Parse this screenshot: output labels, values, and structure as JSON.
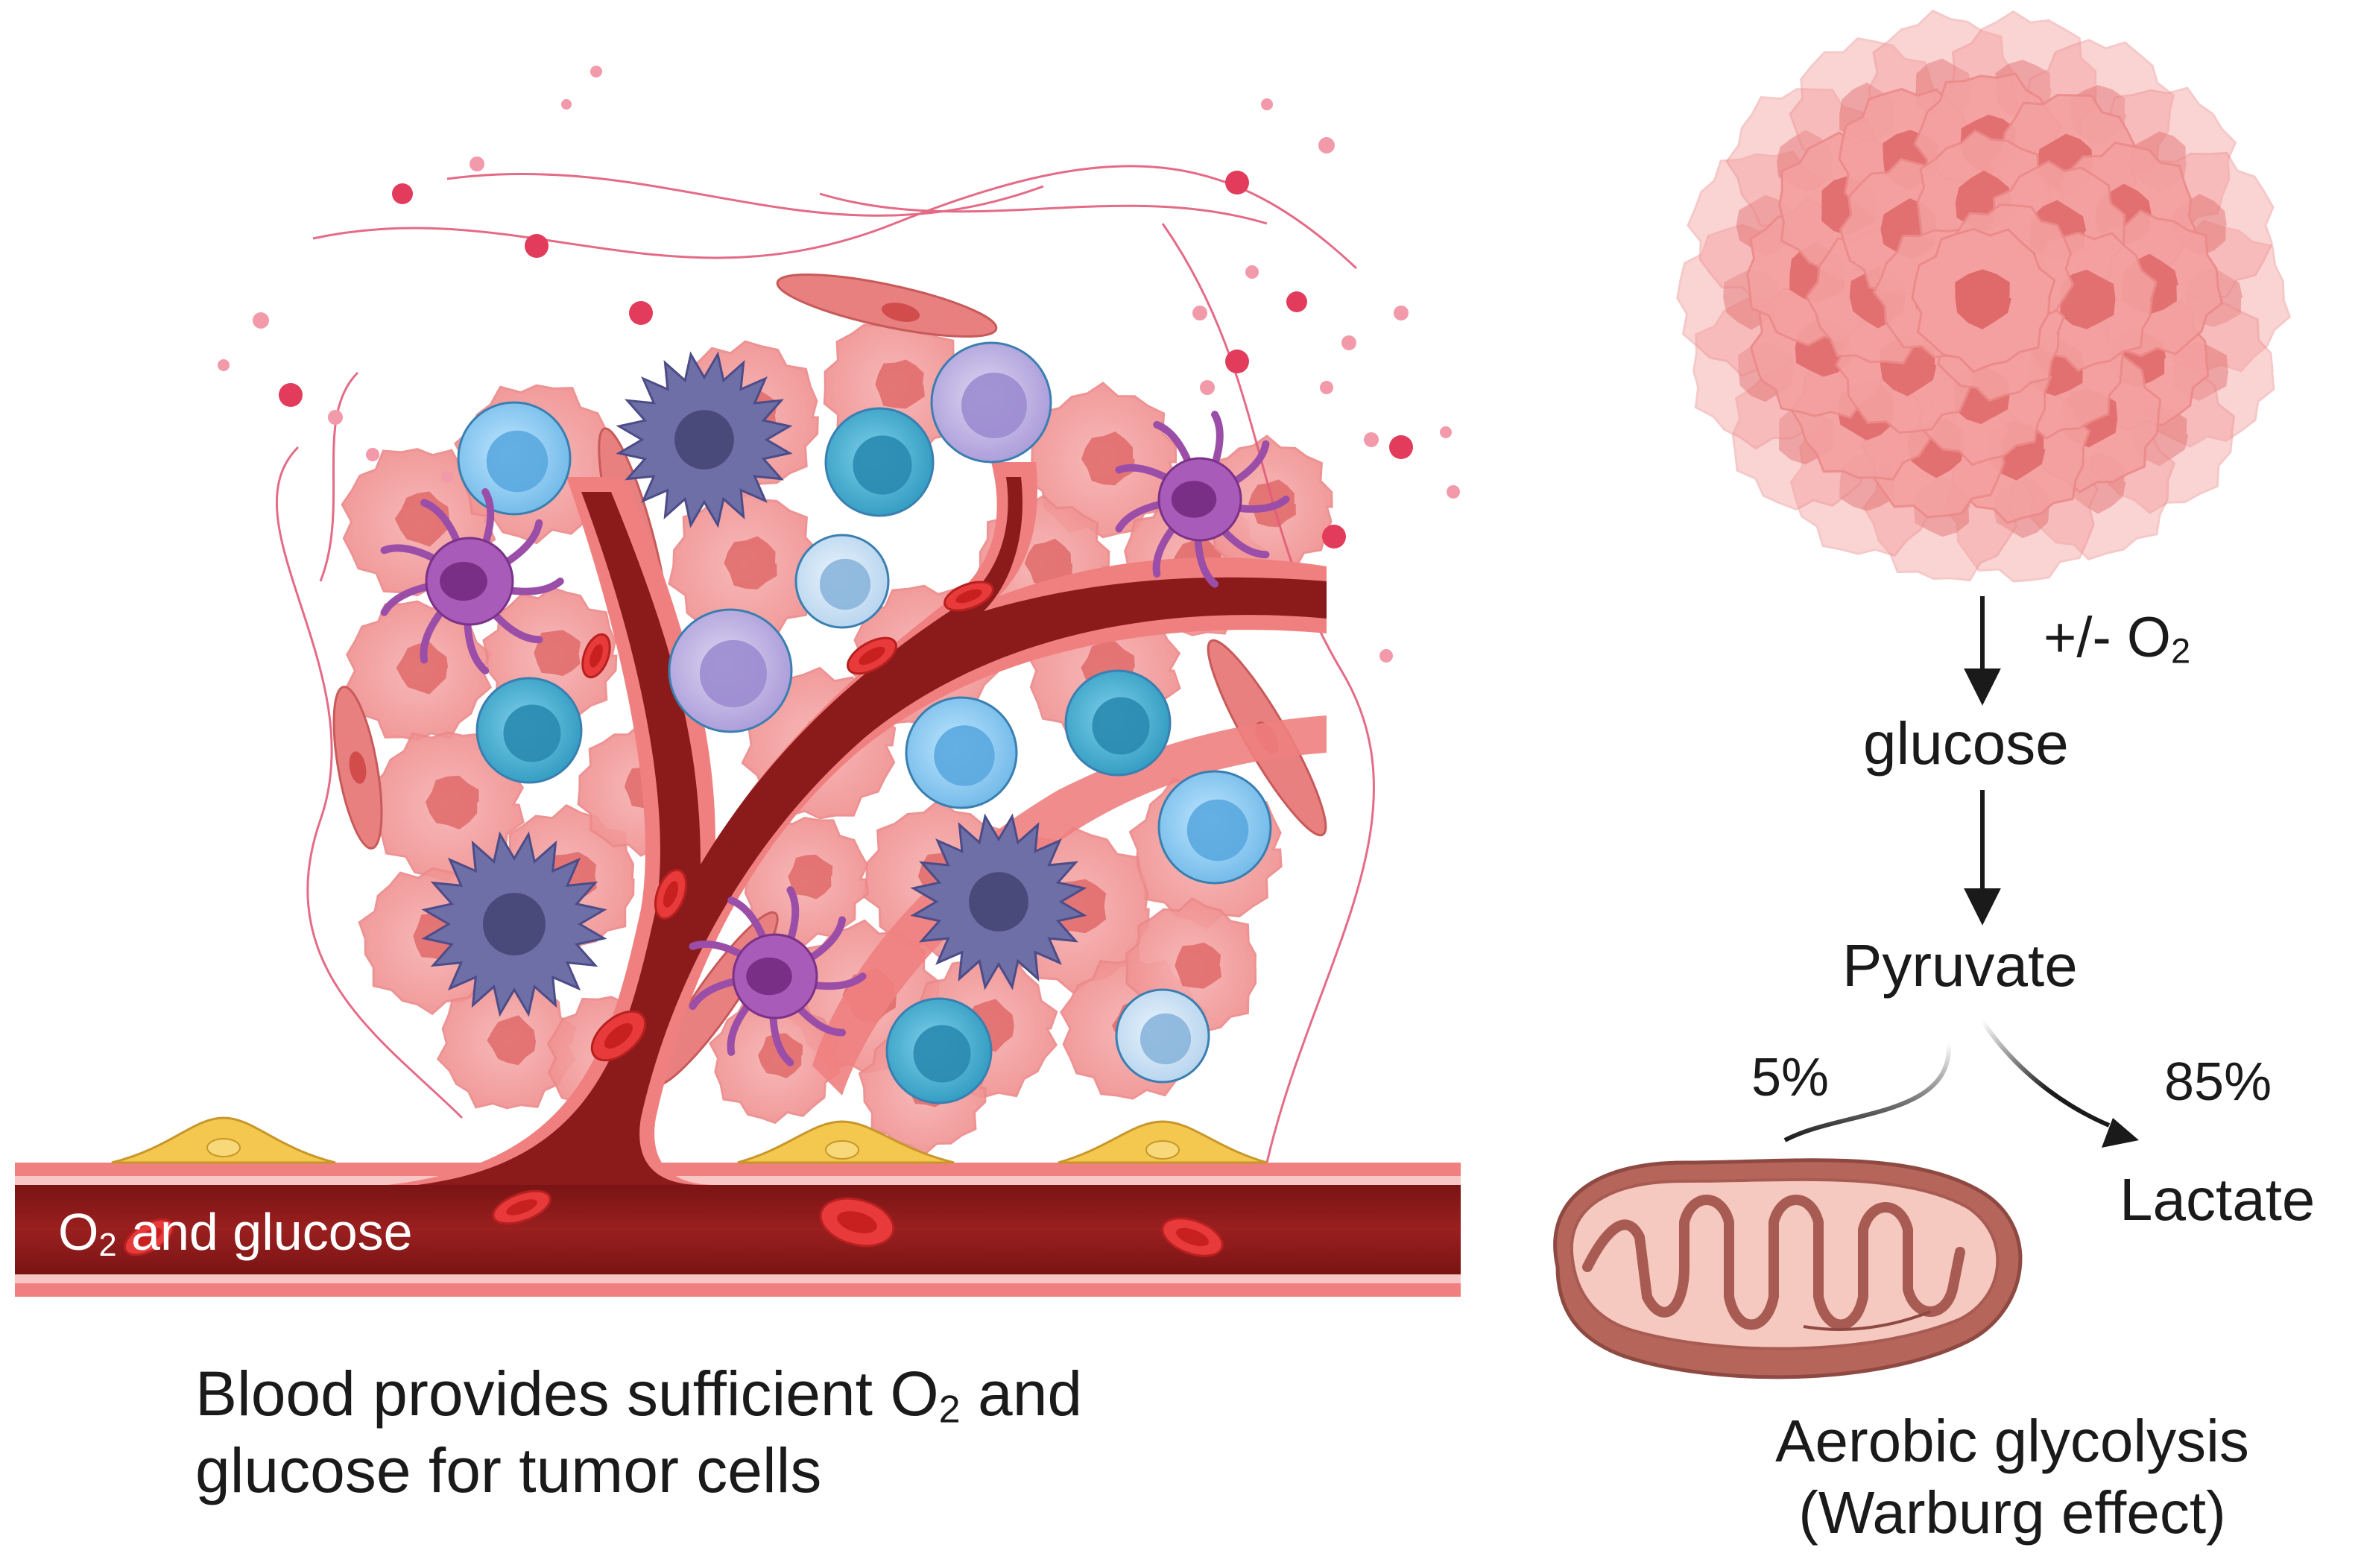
{
  "left_panel": {
    "vessel_label": {
      "prefix": "O",
      "sub": "2",
      "suffix": " and glucose"
    },
    "caption": {
      "line1_prefix": "Blood provides sufficient O",
      "line1_sub": "2",
      "line1_suffix": " and",
      "line2": "glucose for tumor cells"
    }
  },
  "right_panel": {
    "oxygen_condition": {
      "prefix": "+/- O",
      "sub": "2"
    },
    "glucose": "glucose",
    "pyruvate": "Pyruvate",
    "mito_percent": "5%",
    "lactate_percent": "85%",
    "lactate": "Lactate",
    "caption_line1": "Aerobic glycolysis",
    "caption_line2": "(Warburg effect)"
  },
  "colors": {
    "vessel_dark": "#8b1a1a",
    "vessel_wall": "#f08080",
    "tumor_cell": "#f4a0a0",
    "tumor_nucleus": "#e06a6a",
    "blue_cell": "#7ec6ee",
    "teal_cell": "#3aa6c9",
    "dendritic_purple": "#9a4ea8",
    "macrophage": "#6f6fa8",
    "mito_outer": "#b5655a",
    "mito_inner": "#f5c9c0",
    "fibroblast": "#f0c850"
  }
}
